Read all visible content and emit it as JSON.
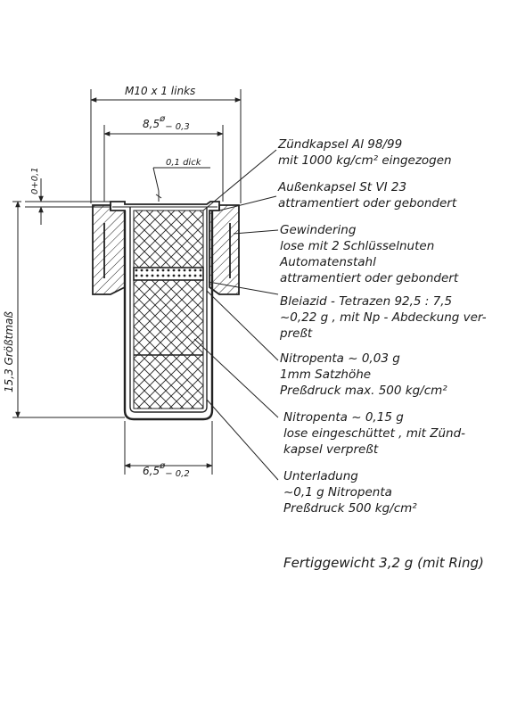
{
  "dimensions": {
    "thread": "M10 x 1 links",
    "cap_diameter_value": "8,5",
    "cap_diameter_sup": "ø",
    "cap_diameter_sub": "− 0,3",
    "wall_thickness": "0,1 dick",
    "top_tolerance": "0+0,1",
    "height": "15,3 Größtmaß",
    "base_diameter_value": "6,5",
    "base_diameter_sup": "ø",
    "base_diameter_sub": "− 0,2"
  },
  "callouts": [
    {
      "lines": [
        "Zündkapsel  Al 98/99",
        "mit 1000 kg/cm² eingezogen"
      ]
    },
    {
      "lines": [
        "Außenkapsel  St VI 23",
        "attramentiert oder gebondert"
      ]
    },
    {
      "lines": [
        "Gewindering",
        "lose mit 2 Schlüsselnuten",
        "Automatenstahl",
        "attramentiert oder gebondert"
      ]
    },
    {
      "lines": [
        "Bleiazid - Tetrazen  92,5 : 7,5",
        "~0,22 g , mit Np - Abdeckung  ver-",
        "preßt"
      ]
    },
    {
      "lines": [
        "Nitropenta  ~ 0,03 g",
        "1mm Satzhöhe",
        "Preßdruck  max. 500 kg/cm²"
      ]
    },
    {
      "lines": [
        "Nitropenta  ~ 0,15 g",
        "lose eingeschüttet , mit Zünd-",
        "kapsel verpreßt"
      ]
    },
    {
      "lines": [
        "Unterladung",
        "~0,1 g Nitropenta",
        "Preßdruck 500 kg/cm²"
      ]
    }
  ],
  "weight_note": "Fertiggewicht   3,2 g  (mit Ring)"
}
